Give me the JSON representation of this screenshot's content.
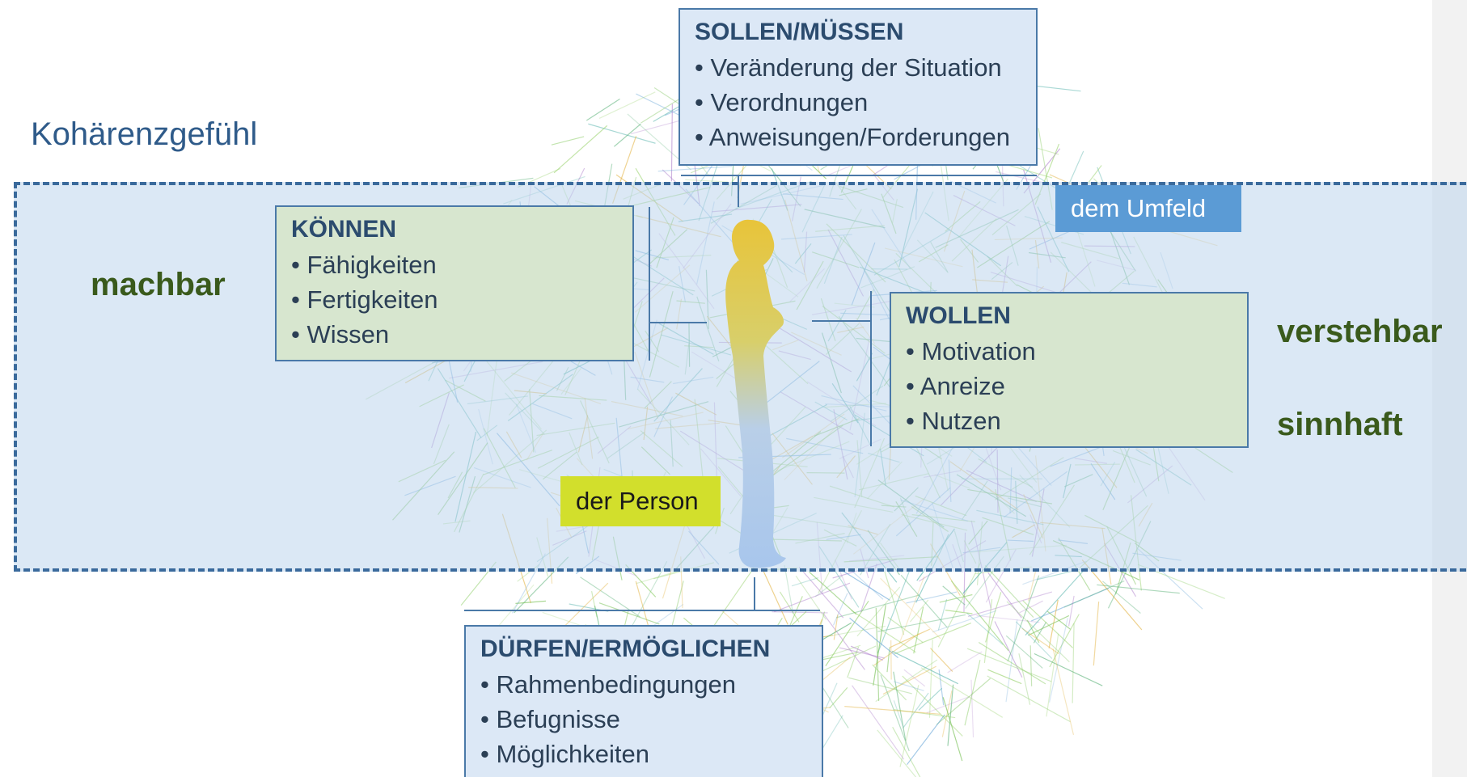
{
  "title": "Kohärenzgefühl",
  "side_labels": {
    "left": "machbar",
    "right_top": "verstehbar",
    "right_bottom": "sinnhaft"
  },
  "tags": {
    "environment": "dem Umfeld",
    "person": "der Person"
  },
  "boxes": {
    "sollen": {
      "heading": "SOLLEN/MÜSSEN",
      "items": [
        "Veränderung der Situation",
        "Verordnungen",
        "Anweisungen/Forderungen"
      ]
    },
    "koennen": {
      "heading": "KÖNNEN",
      "items": [
        "Fähigkeiten",
        "Fertigkeiten",
        "Wissen"
      ]
    },
    "wollen": {
      "heading": "WOLLEN",
      "items": [
        "Motivation",
        "Anreize",
        "Nutzen"
      ]
    },
    "duerfen": {
      "heading": "DÜRFEN/ERMÖGLICHEN",
      "items": [
        "Rahmenbedingungen",
        "Befugnisse",
        "Möglichkeiten"
      ]
    }
  },
  "colors": {
    "band_fill": "#c4dbef",
    "dash_border": "#3a6a9c",
    "blue_box": "#dce8f6",
    "green_box": "#d7e6cf",
    "side_label": "#3a5a1c",
    "title": "#2f5b8a",
    "tag_environment": "#5b9bd5",
    "tag_person": "#d2df2c"
  }
}
